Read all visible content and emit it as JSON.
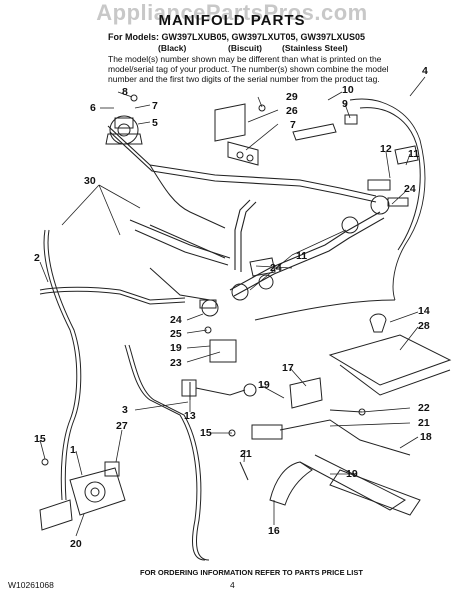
{
  "watermark": "AppliancePartsPros.com",
  "title": "MANIFOLD PARTS",
  "models_line": "For Models: GW397LXUB05, GW397LXUT05, GW397LXUS05",
  "colors": [
    "(Black)",
    "(Biscuit)",
    "(Stainless Steel)"
  ],
  "note_lines": [
    "The model(s) number shown may be different than what is printed on the",
    "model/serial tag of your product. The number(s) shown combine the model",
    "number and the first two digits of the serial number from the product tag."
  ],
  "callouts": [
    "8",
    "6",
    "7",
    "5",
    "29",
    "26",
    "7",
    "10",
    "9",
    "4",
    "30",
    "12",
    "11",
    "24",
    "2",
    "24",
    "11",
    "24",
    "25",
    "19",
    "23",
    "14",
    "28",
    "17",
    "19",
    "3",
    "13",
    "22",
    "21",
    "15",
    "1",
    "27",
    "15",
    "21",
    "18",
    "19",
    "16",
    "20"
  ],
  "footer": {
    "order_info": "FOR ORDERING INFORMATION REFER TO PARTS PRICE LIST",
    "doc_number": "W10261068",
    "page_number": "4"
  }
}
